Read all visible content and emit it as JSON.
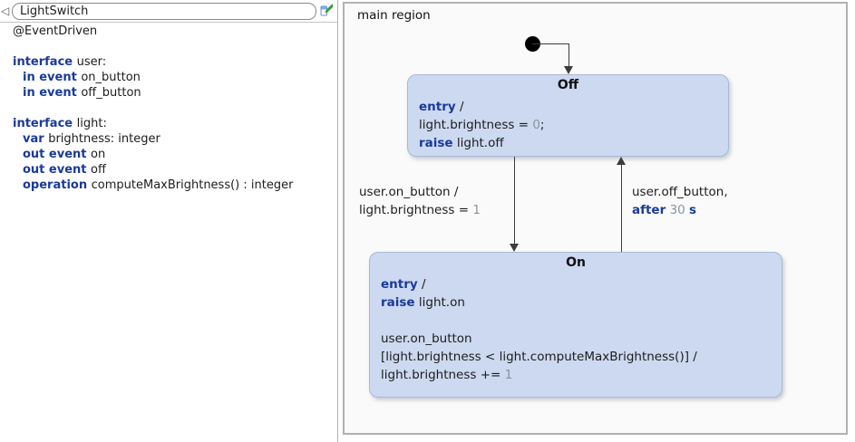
{
  "colors": {
    "keyword": "#1a3a99",
    "number_literal": "#8a93a3",
    "state_fill": "#ccd9f0",
    "state_border": "#a9b8d6",
    "region_background": "#fafafa",
    "region_border": "#b2b2b2",
    "arrow": "#3c3c3c"
  },
  "header": {
    "collapse_icon": "◁",
    "name_value": "LightSwitch"
  },
  "definition": {
    "annotation": "@EventDriven",
    "lines": [
      [
        {
          "t": "interface ",
          "c": "kw"
        },
        {
          "t": "user:"
        }
      ],
      [
        {
          "t": "in event ",
          "c": "kw"
        },
        {
          "t": "on_button"
        }
      ],
      [
        {
          "t": "in event ",
          "c": "kw"
        },
        {
          "t": "off_button"
        }
      ],
      [],
      [
        {
          "t": "interface ",
          "c": "kw"
        },
        {
          "t": "light:"
        }
      ],
      [
        {
          "t": "var ",
          "c": "kw"
        },
        {
          "t": "brightness: integer"
        }
      ],
      [
        {
          "t": "out event ",
          "c": "kw"
        },
        {
          "t": "on"
        }
      ],
      [
        {
          "t": "out event ",
          "c": "kw"
        },
        {
          "t": "off"
        }
      ],
      [
        {
          "t": "operation ",
          "c": "kw"
        },
        {
          "t": "computeMaxBrightness() : integer"
        }
      ]
    ]
  },
  "diagram": {
    "region_label": "main region",
    "off_state": {
      "title": "Off",
      "lines": [
        [
          {
            "t": "entry",
            "c": "kw"
          },
          {
            "t": " /"
          }
        ],
        [
          {
            "t": "light.brightness = "
          },
          {
            "t": "0",
            "c": "num"
          },
          {
            "t": ";"
          }
        ],
        [
          {
            "t": "raise",
            "c": "kw"
          },
          {
            "t": " light.off"
          }
        ]
      ]
    },
    "on_state": {
      "title": "On",
      "lines": [
        [
          {
            "t": "entry",
            "c": "kw"
          },
          {
            "t": " /"
          }
        ],
        [
          {
            "t": "raise",
            "c": "kw"
          },
          {
            "t": " light.on"
          }
        ],
        [],
        [
          {
            "t": "user.on_button"
          }
        ],
        [
          {
            "t": "[light.brightness < light.computeMaxBrightness()] /"
          }
        ],
        [
          {
            "t": "light.brightness += "
          },
          {
            "t": "1",
            "c": "num"
          }
        ]
      ]
    },
    "transition_off_to_on": {
      "lines": [
        [
          {
            "t": "user.on_button /"
          }
        ],
        [
          {
            "t": "light.brightness = "
          },
          {
            "t": "1",
            "c": "num"
          }
        ]
      ]
    },
    "transition_on_to_off": {
      "lines": [
        [
          {
            "t": "user.off_button,"
          }
        ],
        [
          {
            "t": "after",
            "c": "kw"
          },
          {
            "t": " "
          },
          {
            "t": "30",
            "c": "num"
          },
          {
            "t": " "
          },
          {
            "t": "s",
            "c": "kw"
          }
        ]
      ]
    }
  }
}
